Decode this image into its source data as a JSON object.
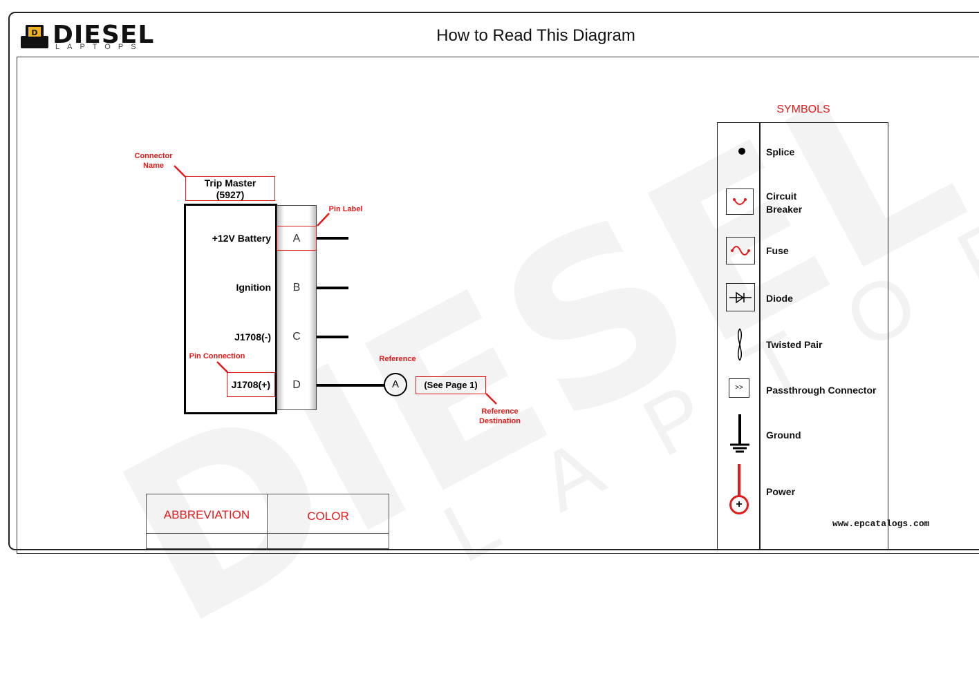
{
  "brand": {
    "name": "DIESEL",
    "sub": "LAPTOPS"
  },
  "title": "How to Read This Diagram",
  "annotations": {
    "connector_name": "Connector\nName",
    "pin_label": "Pin Label",
    "pin_connection": "Pin Connection",
    "reference": "Reference",
    "reference_destination": "Reference\nDestination"
  },
  "connector": {
    "name": "Trip Master",
    "id": "(5927)",
    "pins": [
      {
        "label": "A",
        "name": "+12V Battery"
      },
      {
        "label": "B",
        "name": "Ignition"
      },
      {
        "label": "C",
        "name": "J1708(-)"
      },
      {
        "label": "D",
        "name": "J1708(+)"
      }
    ]
  },
  "reference": {
    "letter": "A",
    "destination": "(See Page 1)"
  },
  "symbols": {
    "title": "SYMBOLS",
    "items": [
      {
        "label": "Splice",
        "icon": "splice-icon"
      },
      {
        "label": "Circuit\nBreaker",
        "icon": "circuit-breaker-icon"
      },
      {
        "label": "Fuse",
        "icon": "fuse-icon"
      },
      {
        "label": "Diode",
        "icon": "diode-icon"
      },
      {
        "label": "Twisted Pair",
        "icon": "twisted-pair-icon"
      },
      {
        "label": "Passthrough Connector",
        "icon": "passthrough-connector-icon",
        "glyph": ">>"
      },
      {
        "label": "Ground",
        "icon": "ground-icon"
      },
      {
        "label": "Power",
        "icon": "power-icon",
        "glyph": "+"
      }
    ]
  },
  "abbreviation_table": {
    "col1": "ABBREVIATION",
    "col2": "COLOR"
  },
  "footer_url": "www.epcatalogs.com",
  "colors": {
    "annotation": "#e31a1a",
    "line": "#000000"
  }
}
